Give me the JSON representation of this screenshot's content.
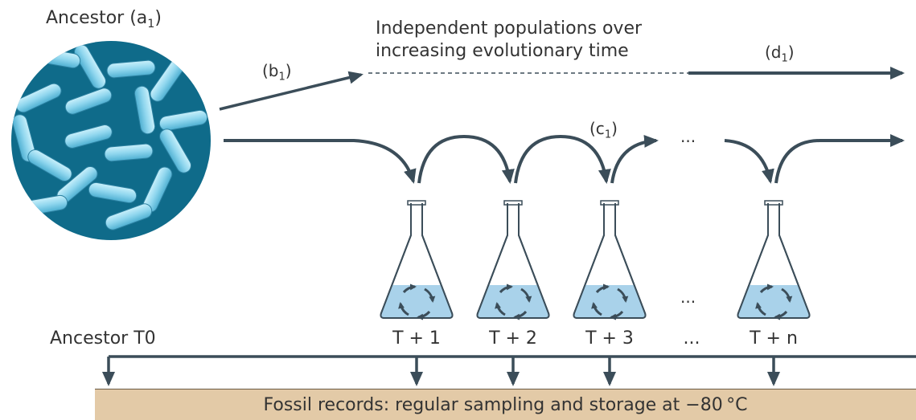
{
  "labels": {
    "ancestor_a": "Ancestor (a",
    "ancestor_a_sub": "1",
    "b": "(b",
    "b_sub": "1",
    "c": "(c",
    "c_sub": "1",
    "d": "(d",
    "d_sub": "1",
    "close_paren": ")",
    "independent_line1": "Independent populations over",
    "independent_line2": "increasing evolutionary time",
    "ancestor_t0": "Ancestor T0",
    "ellipsis": "..."
  },
  "timepoints": [
    "T + 1",
    "T + 2",
    "T + 3",
    "...",
    "T + n"
  ],
  "fossil_bar": "Fossil records: regular sampling and storage at −80 °C",
  "colors": {
    "arrow": "#3b4d59",
    "petri_bg": "#0f6b8a",
    "bacteria": "#8fd6ee",
    "liquid": "#a9d2ea",
    "fossil_fill": "#e3caa7"
  }
}
